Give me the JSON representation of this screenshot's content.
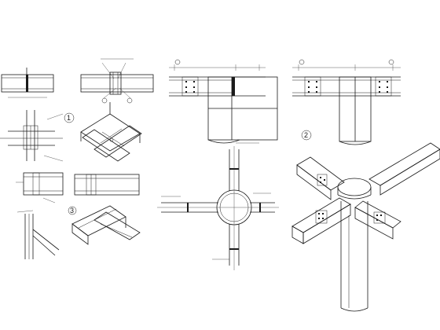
{
  "sheet": {
    "callouts": [
      {
        "id": "c1",
        "label": "1"
      },
      {
        "id": "c2",
        "label": "2"
      },
      {
        "id": "c3",
        "label": "3"
      }
    ]
  },
  "colors": {
    "line": "#1a1a1a",
    "background": "#ffffff"
  }
}
